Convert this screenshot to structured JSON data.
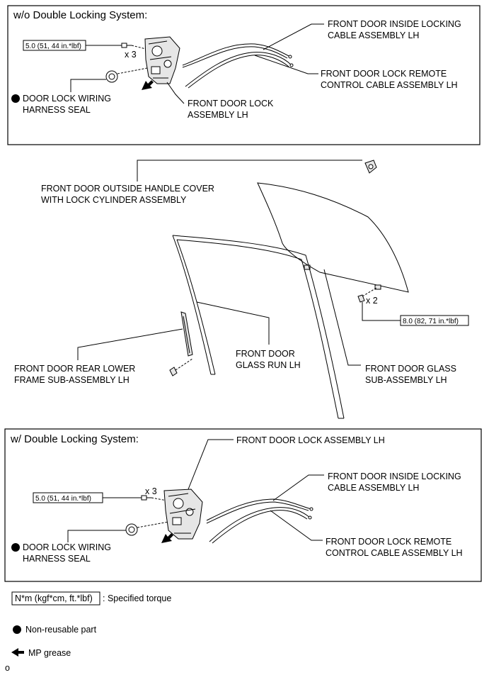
{
  "top_section": {
    "header": "w/o Double Locking System:",
    "torque": "5.0 (51, 44 in.*lbf)",
    "qty": "x 3",
    "label_inside_cable_1": "FRONT DOOR INSIDE LOCKING",
    "label_inside_cable_2": "CABLE ASSEMBLY LH",
    "label_remote_cable_1": "FRONT DOOR LOCK REMOTE",
    "label_remote_cable_2": "CONTROL CABLE ASSEMBLY LH",
    "label_seal_1": "DOOR LOCK WIRING",
    "label_seal_2": "HARNESS SEAL",
    "label_lock_1": "FRONT DOOR LOCK",
    "label_lock_2": "ASSEMBLY LH"
  },
  "middle_section": {
    "label_handle_cover_1": "FRONT DOOR OUTSIDE HANDLE COVER",
    "label_handle_cover_2": "WITH LOCK CYLINDER ASSEMBLY",
    "qty": "x 2",
    "torque": "8.0 (82, 71 in.*lbf)",
    "label_glass_run_1": "FRONT DOOR",
    "label_glass_run_2": "GLASS RUN LH",
    "label_rear_frame_1": "FRONT DOOR REAR LOWER",
    "label_rear_frame_2": "FRAME SUB-ASSEMBLY LH",
    "label_glass_1": "FRONT DOOR GLASS",
    "label_glass_2": "SUB-ASSEMBLY LH"
  },
  "bottom_section": {
    "header": "w/ Double Locking System:",
    "label_lock": "FRONT DOOR LOCK ASSEMBLY LH",
    "qty": "x 3",
    "torque": "5.0 (51, 44 in.*lbf)",
    "label_inside_cable_1": "FRONT DOOR INSIDE LOCKING",
    "label_inside_cable_2": "CABLE ASSEMBLY LH",
    "label_seal_1": "DOOR LOCK WIRING",
    "label_seal_2": "HARNESS SEAL",
    "label_remote_cable_1": "FRONT DOOR LOCK REMOTE",
    "label_remote_cable_2": "CONTROL CABLE ASSEMBLY LH"
  },
  "legend": {
    "torque_box": "N*m (kgf*cm, ft.*lbf)",
    "torque_text": ": Specified torque",
    "nonreusable": "Non-reusable part",
    "grease": "MP grease"
  },
  "corner_mark": "o"
}
